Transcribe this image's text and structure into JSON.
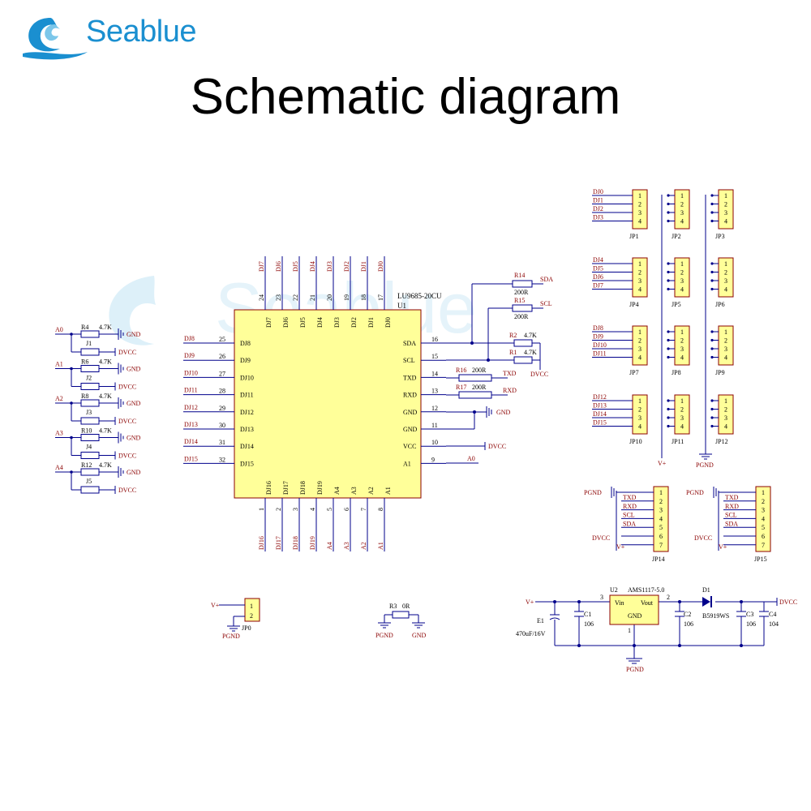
{
  "brand": {
    "name": "Seablue",
    "colors": {
      "primary": "#1a8fd0",
      "light": "#9fd4ee"
    }
  },
  "title": "Schematic diagram",
  "watermark": "Seablue",
  "colors": {
    "wire": "#00008b",
    "label": "#8b0000",
    "chip_fill": "#ffff99",
    "chip_stroke": "#8b0000"
  },
  "chip": {
    "part": "LU9685-20CU",
    "ref": "U1",
    "top_pins": [
      {
        "num": "24",
        "name": "DJ7"
      },
      {
        "num": "23",
        "name": "DJ6"
      },
      {
        "num": "22",
        "name": "DJ5"
      },
      {
        "num": "21",
        "name": "DJ4"
      },
      {
        "num": "20",
        "name": "DJ3"
      },
      {
        "num": "19",
        "name": "DJ2"
      },
      {
        "num": "18",
        "name": "DJ1"
      },
      {
        "num": "17",
        "name": "DJ0"
      }
    ],
    "left_pins": [
      {
        "num": "25",
        "name": "DJ8",
        "net": "DJ8"
      },
      {
        "num": "26",
        "name": "DJ9",
        "net": "DJ9"
      },
      {
        "num": "27",
        "name": "DJ10",
        "net": "DJ10"
      },
      {
        "num": "28",
        "name": "DJ11",
        "net": "DJ11"
      },
      {
        "num": "29",
        "name": "DJ12",
        "net": "DJ12"
      },
      {
        "num": "30",
        "name": "DJ13",
        "net": "DJ13"
      },
      {
        "num": "31",
        "name": "DJ14",
        "net": "DJ14"
      },
      {
        "num": "32",
        "name": "DJ15",
        "net": "DJ15"
      }
    ],
    "right_pins": [
      {
        "num": "16",
        "name": "SDA"
      },
      {
        "num": "15",
        "name": "SCL"
      },
      {
        "num": "14",
        "name": "TXD"
      },
      {
        "num": "13",
        "name": "RXD"
      },
      {
        "num": "12",
        "name": "GND"
      },
      {
        "num": "11",
        "name": "GND"
      },
      {
        "num": "10",
        "name": "VCC"
      },
      {
        "num": "9",
        "name": "A1"
      }
    ],
    "bottom_pins": [
      {
        "num": "1",
        "name": "DJ16"
      },
      {
        "num": "2",
        "name": "DJ17"
      },
      {
        "num": "3",
        "name": "DJ18"
      },
      {
        "num": "4",
        "name": "DJ19"
      },
      {
        "num": "5",
        "name": "A4"
      },
      {
        "num": "6",
        "name": "A3"
      },
      {
        "num": "7",
        "name": "A2"
      },
      {
        "num": "8",
        "name": "A1"
      }
    ]
  },
  "right_nets": {
    "r14": "R14",
    "r14v": "200R",
    "sda": "SDA",
    "r15": "R15",
    "r15v": "200R",
    "scl": "SCL",
    "r2": "R2",
    "r2v": "4.7K",
    "r1": "R1",
    "r1v": "4.7K",
    "dvcc": "DVCC",
    "r16": "R16",
    "r16v": "200R",
    "txd": "TXD",
    "r17": "R17",
    "r17v": "200R",
    "rxd": "RXD",
    "gnd": "GND",
    "vcc": "DVCC",
    "a0": "A0"
  },
  "address": [
    {
      "net": "A0",
      "r": "R4",
      "rv": "4.7K",
      "j": "J1",
      "gnd": "GND",
      "dvcc": "DVCC"
    },
    {
      "net": "A1",
      "r": "R6",
      "rv": "4.7K",
      "j": "J2",
      "gnd": "GND",
      "dvcc": "DVCC"
    },
    {
      "net": "A2",
      "r": "R8",
      "rv": "4.7K",
      "j": "J3",
      "gnd": "GND",
      "dvcc": "DVCC"
    },
    {
      "net": "A3",
      "r": "R10",
      "rv": "4.7K",
      "j": "J4",
      "gnd": "GND",
      "dvcc": "DVCC"
    },
    {
      "net": "A4",
      "r": "R12",
      "rv": "4.7K",
      "j": "J5",
      "gnd": "GND",
      "dvcc": "DVCC"
    }
  ],
  "headers": [
    {
      "signals": [
        "DJ0",
        "DJ1",
        "DJ2",
        "DJ3"
      ],
      "names": [
        "JP1",
        "JP2",
        "JP3"
      ]
    },
    {
      "signals": [
        "DJ4",
        "DJ5",
        "DJ6",
        "DJ7"
      ],
      "names": [
        "JP4",
        "JP5",
        "JP6"
      ]
    },
    {
      "signals": [
        "DJ8",
        "DJ9",
        "DJ10",
        "DJ11"
      ],
      "names": [
        "JP7",
        "JP8",
        "JP9"
      ]
    },
    {
      "signals": [
        "DJ12",
        "DJ13",
        "DJ14",
        "DJ15"
      ],
      "names": [
        "JP10",
        "JP11",
        "JP12"
      ]
    }
  ],
  "pin_numbers_4": [
    "1",
    "2",
    "3",
    "4"
  ],
  "header_nets": {
    "vplus": "V+",
    "pgnd": "PGND"
  },
  "connectors": [
    {
      "name": "JP14",
      "top": "PGND",
      "signals": [
        "TXD",
        "RXD",
        "SCL",
        "SDA"
      ],
      "dvcc": "DVCC",
      "vplus": "V+"
    },
    {
      "name": "JP15",
      "top": "PGND",
      "signals": [
        "TXD",
        "RXD",
        "SCL",
        "SDA"
      ],
      "dvcc": "DVCC",
      "vplus": "V+"
    }
  ],
  "pin_numbers_7": [
    "1",
    "2",
    "3",
    "4",
    "5",
    "6",
    "7"
  ],
  "jp0": {
    "name": "JP0",
    "vplus": "V+",
    "pgnd": "PGND",
    "p1": "1",
    "p2": "2"
  },
  "r3": {
    "name": "R3",
    "value": "0R",
    "pgnd": "PGND",
    "gnd": "GND"
  },
  "power": {
    "vin": "V+",
    "u2": "U2",
    "part": "AMS1117-5.0",
    "pin_vin": "Vin",
    "pin_vout": "Vout",
    "pin_gnd": "GND",
    "p3": "3",
    "p2": "2",
    "p1": "1",
    "e1": "E1",
    "e1v": "470uF/16V",
    "c1": "C1",
    "c1v": "106",
    "c2": "C2",
    "c2v": "106",
    "d1": "D1",
    "d1v": "B5919WS",
    "c3": "C3",
    "c3v": "106",
    "c4": "C4",
    "c4v": "104",
    "dvcc": "DVCC",
    "pgnd": "PGND"
  }
}
